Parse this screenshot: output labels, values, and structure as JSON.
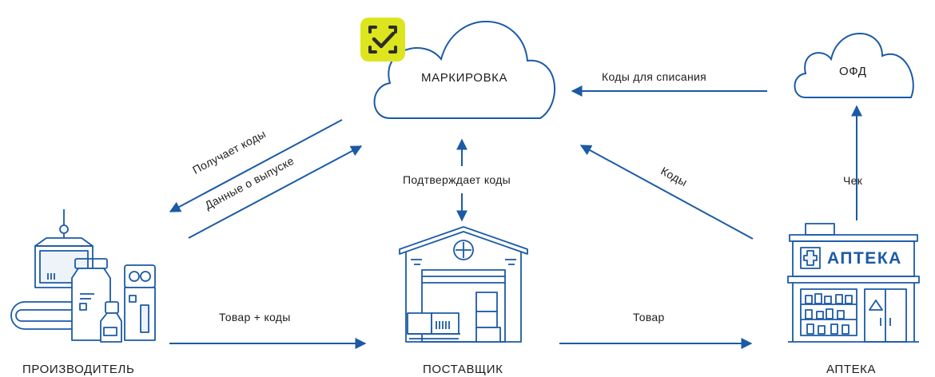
{
  "nodes": {
    "marking": "МАРКИРОВКА",
    "ofd": "ОФД",
    "producer": "ПРОИЗВОДИТЕЛЬ",
    "supplier": "ПОСТАВЩИК",
    "pharmacy": "АПТЕКА",
    "pharmacy_sign": "АПТЕКА"
  },
  "edges": {
    "receives_codes": "Получает коды",
    "release_data": "Данные о выпуске",
    "confirms_codes": "Подтверждает коды",
    "codes": "Коды",
    "writeoff_codes": "Коды для списания",
    "receipt": "Чек",
    "goods_codes": "Товар + коды",
    "goods": "Товар"
  },
  "colors": {
    "line": "#1b5aa6",
    "accent": "#dde51f",
    "text": "#1d1d1b"
  },
  "icons": [
    "check-scan-icon",
    "cloud-icon",
    "factory-icon",
    "warehouse-icon",
    "pharmacy-icon"
  ]
}
